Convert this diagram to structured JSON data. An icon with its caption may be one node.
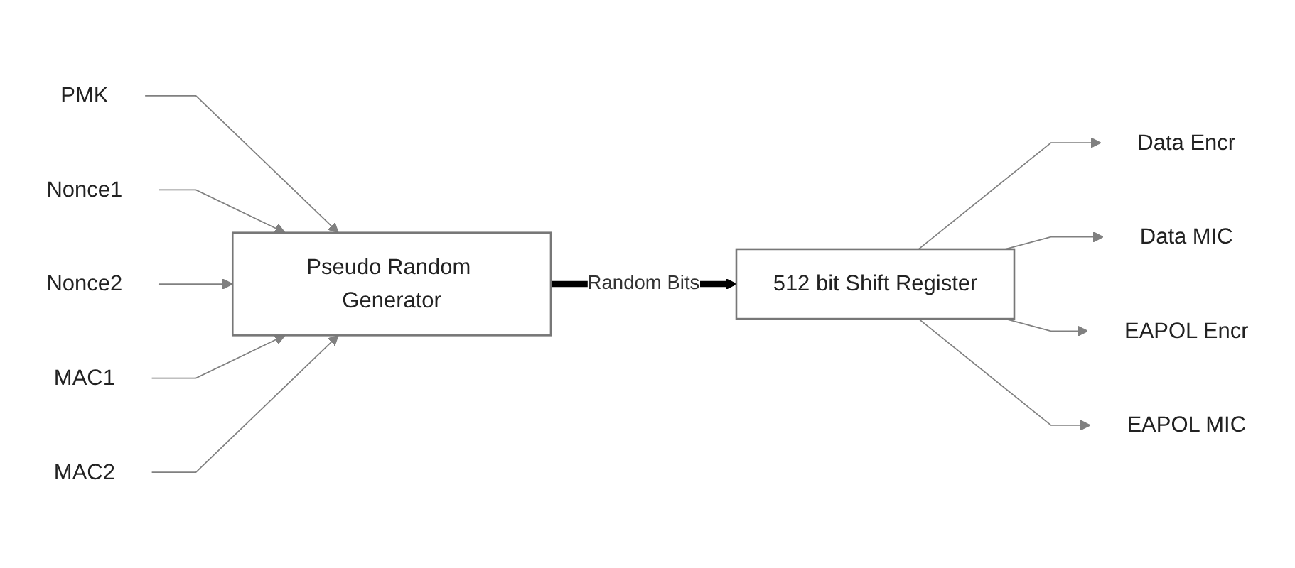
{
  "diagram": {
    "nodes": [
      {
        "text": [
          "PMK"
        ]
      },
      {
        "text": [
          "Nonce1"
        ]
      },
      {
        "text": [
          "Nonce2"
        ]
      },
      {
        "text": [
          "MAC1"
        ]
      },
      {
        "text": [
          "MAC2"
        ]
      },
      {
        "text": [
          "Pseudo Random Generator"
        ]
      },
      {
        "text": [
          "512 bit Shift Register"
        ]
      },
      {
        "text": [
          "Data Encr"
        ]
      },
      {
        "text": [
          "Data MIC"
        ]
      },
      {
        "text": [
          "EAPOL Encr"
        ]
      },
      {
        "text": [
          "EAPOL MIC"
        ]
      }
    ],
    "edges": [
      {
        "from": 0,
        "to": 5,
        "arrow": "to"
      },
      {
        "from": 1,
        "to": 5,
        "arrow": "to"
      },
      {
        "from": 2,
        "to": 5,
        "arrow": "to"
      },
      {
        "from": 3,
        "to": 5,
        "arrow": "to"
      },
      {
        "from": 4,
        "to": 5,
        "arrow": "to"
      },
      {
        "from": 5,
        "to": 6,
        "arrow": "to",
        "label": "Random Bits",
        "style": "thick",
        "color": "#000000"
      },
      {
        "from": 6,
        "to": 7,
        "arrow": "to"
      },
      {
        "from": 6,
        "to": 8,
        "arrow": "to"
      },
      {
        "from": 6,
        "to": 9,
        "arrow": "to"
      },
      {
        "from": 6,
        "to": 10,
        "arrow": "to"
      }
    ]
  }
}
